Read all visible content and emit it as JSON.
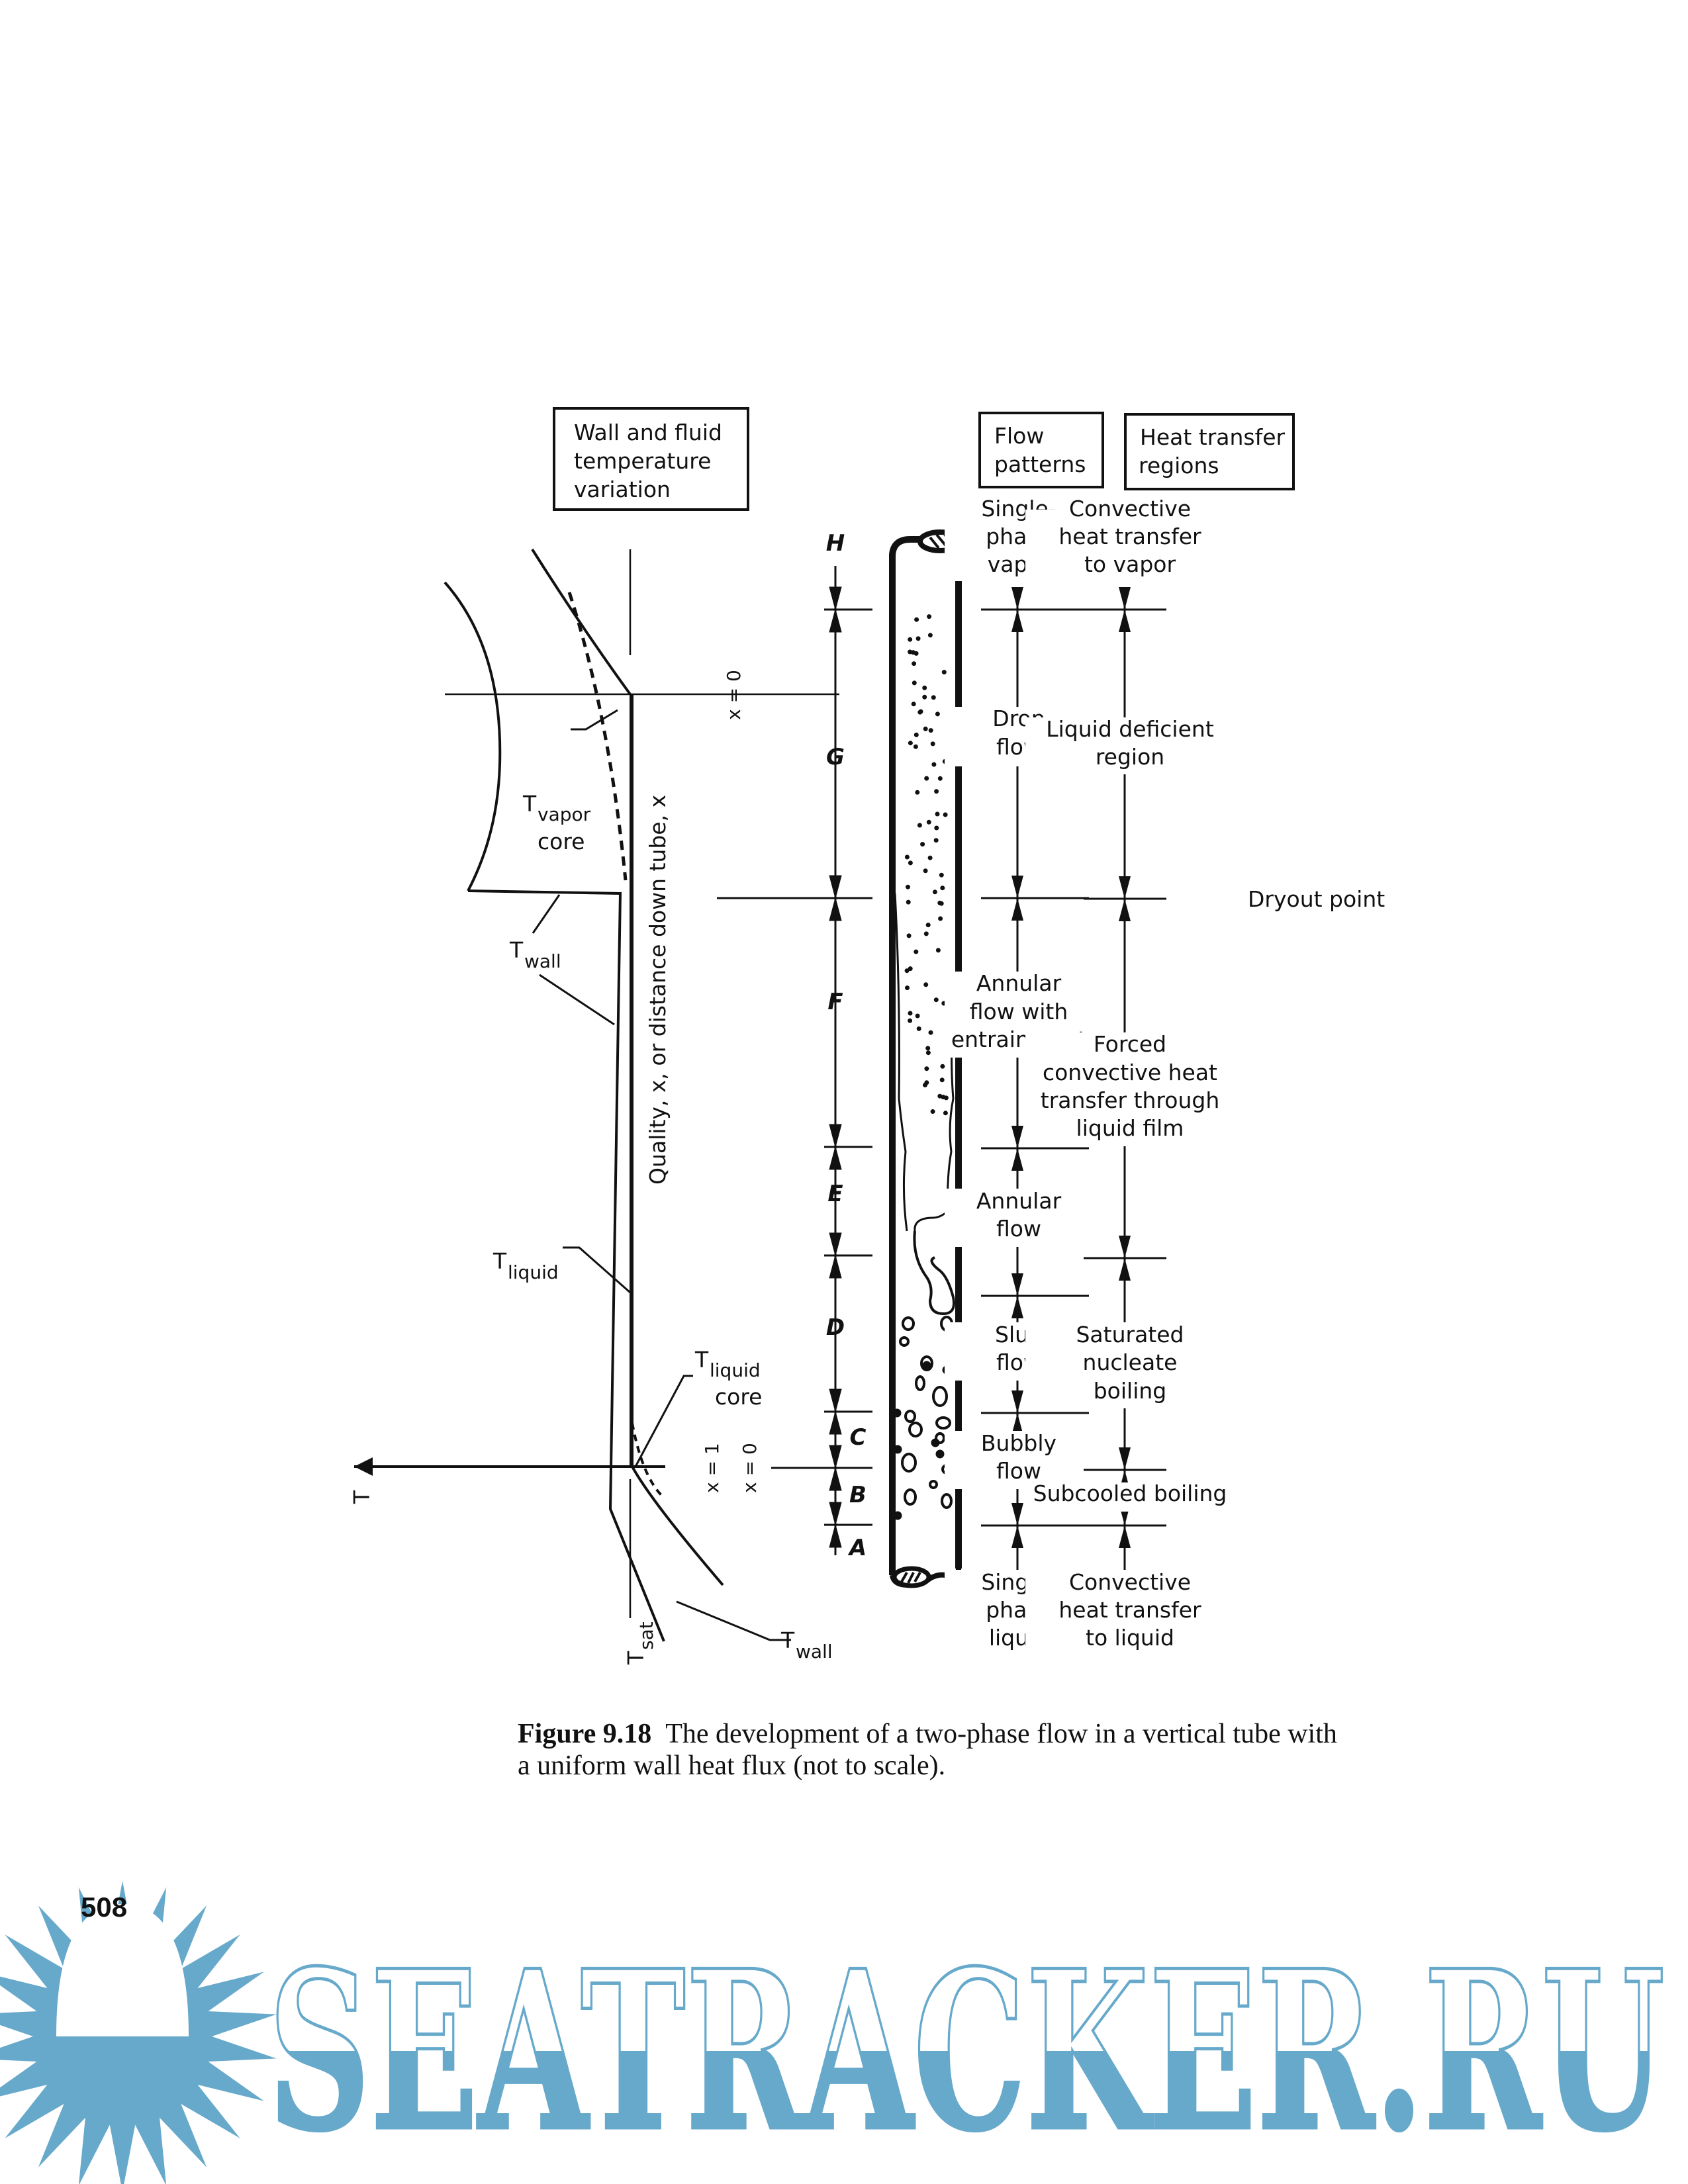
{
  "figure": {
    "header_boxes": {
      "temperature": [
        "Wall and fluid",
        "temperature",
        "variation"
      ],
      "flow_patterns": [
        "Flow",
        "patterns"
      ],
      "heat_transfer": [
        "Heat transfer",
        "regions"
      ]
    },
    "temperature_plot": {
      "axis_label_vertical": "Quality, x, or distance down tube, x",
      "axis_T": "T",
      "x_eq_0_top": "x = 0",
      "x_eq_1": "x = 1",
      "x_eq_0_bottom": "x = 0",
      "labels": {
        "t_vapor_core_main": "T",
        "t_vapor_core_sub": "vapor",
        "t_vapor_core_line2": "core",
        "t_wall_top_main": "T",
        "t_wall_top_sub": "wall",
        "t_liquid_main": "T",
        "t_liquid_sub": "liquid",
        "t_liquid_core_main": "T",
        "t_liquid_core_sub": "liquid",
        "t_liquid_core_line2": "core",
        "t_sat_main": "T",
        "t_sat_sub": "sat",
        "t_wall_bottom_main": "T",
        "t_wall_bottom_sub": "wall"
      }
    },
    "region_letters": [
      "H",
      "G",
      "F",
      "E",
      "D",
      "C",
      "B",
      "A"
    ],
    "flow_patterns": [
      {
        "lines": [
          "Single-",
          "phase",
          "vapor"
        ]
      },
      {
        "lines": [
          "Drop",
          "flow"
        ]
      },
      {
        "lines": [
          "Annular",
          "flow with",
          "entrainment"
        ]
      },
      {
        "lines": [
          "Annular",
          "flow"
        ]
      },
      {
        "lines": [
          "Slug",
          "flow"
        ]
      },
      {
        "lines": [
          "Bubbly",
          "flow"
        ]
      },
      {
        "lines": [
          "Single-",
          "phase",
          "liquid"
        ]
      }
    ],
    "heat_transfer_regions": [
      {
        "lines": [
          "Convective",
          "heat transfer",
          "to vapor"
        ]
      },
      {
        "lines": [
          "Liquid deficient",
          "region"
        ]
      },
      {
        "lines": [
          "Forced",
          "convective heat",
          "transfer through",
          "liquid film"
        ]
      },
      {
        "lines": [
          "Saturated",
          "nucleate",
          "boiling"
        ]
      },
      {
        "lines": [
          "Subcooled boiling"
        ]
      },
      {
        "lines": [
          "Convective",
          "heat transfer",
          "to liquid"
        ]
      }
    ],
    "dryout_label": "Dryout point"
  },
  "caption": {
    "label": "Figure 9.18",
    "text": "The development of a two-phase flow in a vertical tube with a uniform wall heat flux (not to scale)."
  },
  "page_number": "508",
  "watermark": {
    "text": "SEATRACKER.RU",
    "color": "#67a9cb",
    "logo": "sun-logo-icon"
  }
}
